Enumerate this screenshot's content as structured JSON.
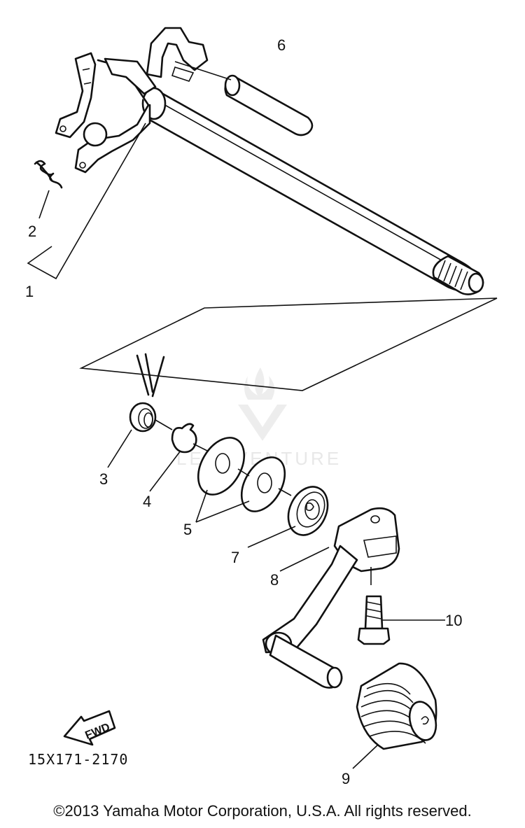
{
  "callouts": {
    "c1": "1",
    "c2": "2",
    "c3": "3",
    "c4": "4",
    "c5": "5",
    "c6": "6",
    "c7": "7",
    "c8": "8",
    "c9": "9",
    "c10": "10"
  },
  "direction_badge": "FWD",
  "diagram_code": "15X171-2170",
  "watermark": "LEADVENTURE",
  "copyright": "©2013 Yamaha Motor Corporation, U.S.A. All rights reserved."
}
